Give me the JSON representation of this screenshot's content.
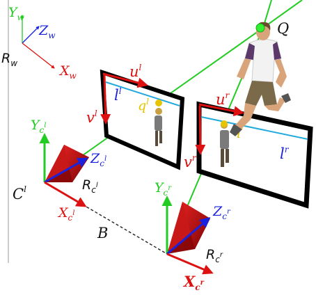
{
  "world_frame": {
    "y_axis": "Y",
    "y_sub": "w",
    "z_axis": "Z",
    "z_sub": "w",
    "x_axis": "X",
    "x_sub": "w",
    "frame": "R",
    "frame_sub": "w"
  },
  "point_label": "Q",
  "left_camera": {
    "center": "C",
    "center_sup": "l",
    "y_axis": "Y",
    "y_sub": "c",
    "y_subsup": "l",
    "z_axis": "Z",
    "z_sub": "c",
    "z_subsup": "l",
    "x_axis": "X",
    "x_sub": "c",
    "x_subsup": "l",
    "frame": "R",
    "frame_sub": "c",
    "frame_subsup": "l"
  },
  "right_camera": {
    "y_axis": "Y",
    "y_sub": "c",
    "y_subsup": "r",
    "z_axis": "Z",
    "z_sub": "c",
    "z_subsup": "r",
    "x_axis": "X",
    "x_sub": "c",
    "x_subsup": "r",
    "frame": "R",
    "frame_sub": "c",
    "frame_subsup": "r"
  },
  "left_image": {
    "u": "u",
    "u_sup": "l",
    "v": "v",
    "v_sup": "l",
    "epiline": "l",
    "epiline_sup": "l",
    "point": "q",
    "point_sup": "l"
  },
  "right_image": {
    "u": "u",
    "u_sup": "r",
    "v": "v",
    "v_sup": "r",
    "epiline": "l",
    "epiline_sup": "r",
    "point": "q",
    "point_sup": "r"
  },
  "baseline_label": "B",
  "colors": {
    "ray": "#22cc22",
    "u_axis": "#dd1111",
    "v_axis": "#dd1111",
    "epiline": "#22aadd",
    "image_point": "#e6c400",
    "camera_body": "#b01010",
    "x_axis": "#dd1111",
    "y_axis": "#22cc22",
    "z_axis": "#1a22dd",
    "text": "#111111",
    "frame_border": "#000000"
  }
}
